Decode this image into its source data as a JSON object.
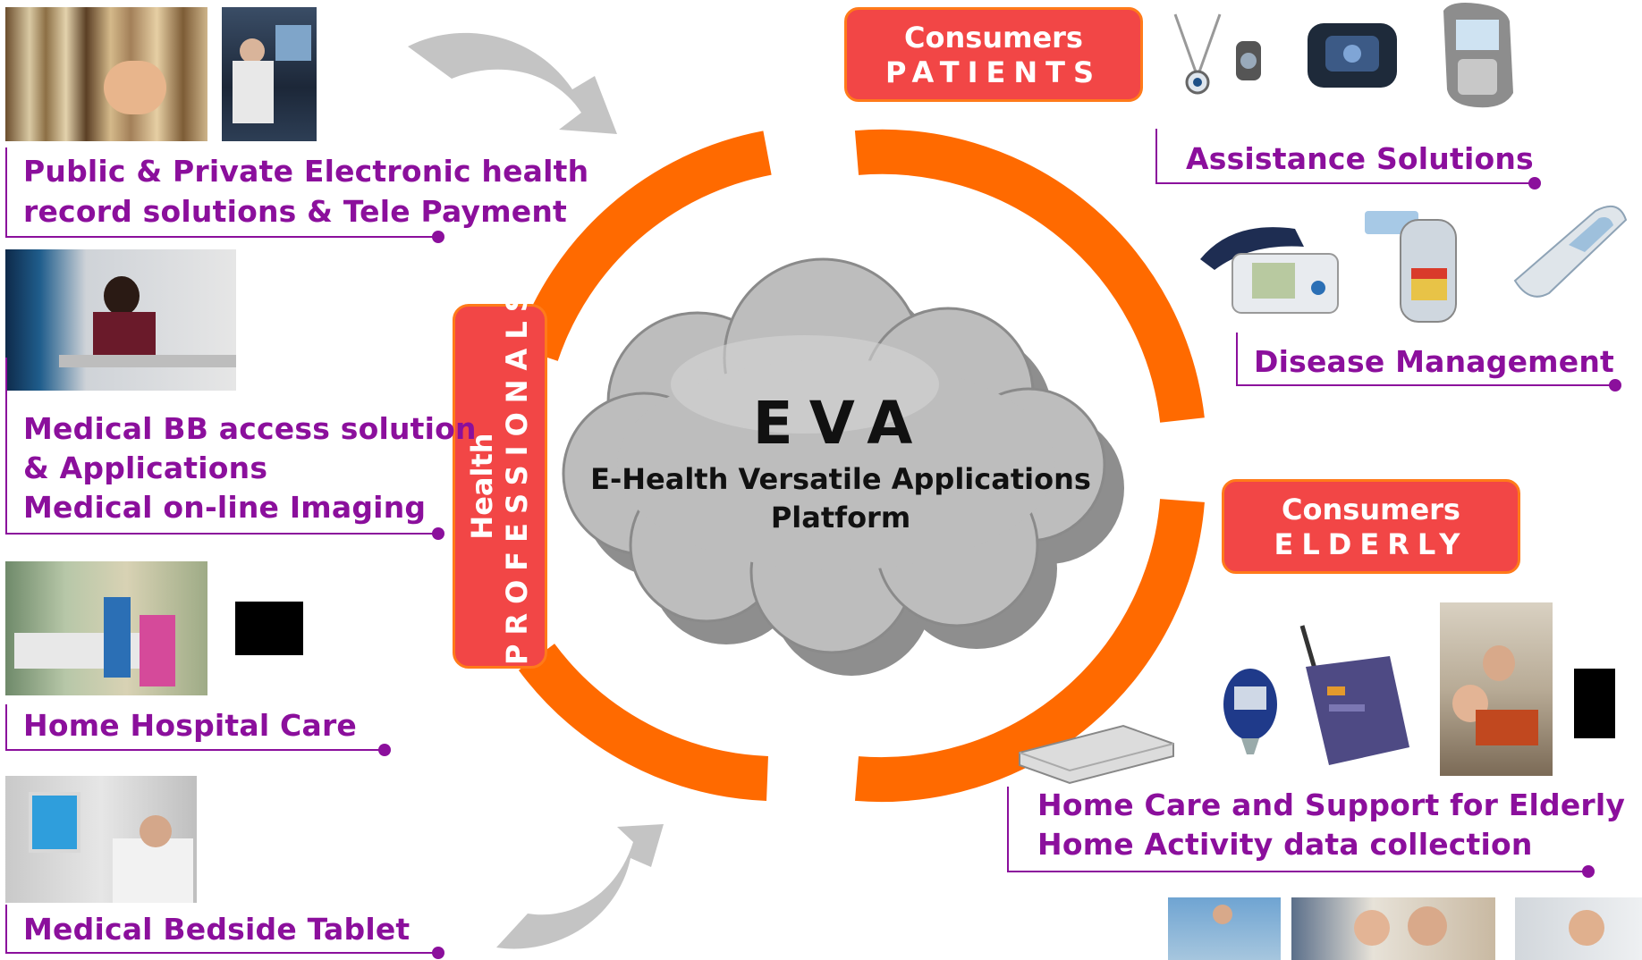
{
  "center": {
    "title": "EVA",
    "subtitle_line1": "E-Health Versatile Applications",
    "subtitle_line2": "Platform"
  },
  "badges": {
    "patients": {
      "line1": "Consumers",
      "line2": "PATIENTS"
    },
    "elderly": {
      "line1": "Consumers",
      "line2": "ELDERLY"
    },
    "professionals": {
      "line1": "Health",
      "line2": "PROFESSIONALS"
    }
  },
  "left_labels": {
    "ehr_line1": "Public & Private Electronic health",
    "ehr_line2": "record  solutions & Tele Payment",
    "bb_line1": "Medical BB access solution",
    "bb_line2": "& Applications",
    "bb_line3": "Medical on-line Imaging",
    "home_hospital": "Home Hospital Care",
    "bedside": "Medical Bedside Tablet"
  },
  "right_labels": {
    "assistance": "Assistance Solutions",
    "disease": "Disease Management",
    "elderly_line1": "Home Care and Support for Elderly",
    "elderly_line2": "Home Activity data collection"
  },
  "colors": {
    "accent_orange": "#ff6a00",
    "badge_red": "#f24646",
    "label_purple": "#8b0f9c",
    "cloud_grey": "#b8b8b8"
  },
  "icons": [
    "curved-arrow-icon",
    "cloud-icon"
  ]
}
